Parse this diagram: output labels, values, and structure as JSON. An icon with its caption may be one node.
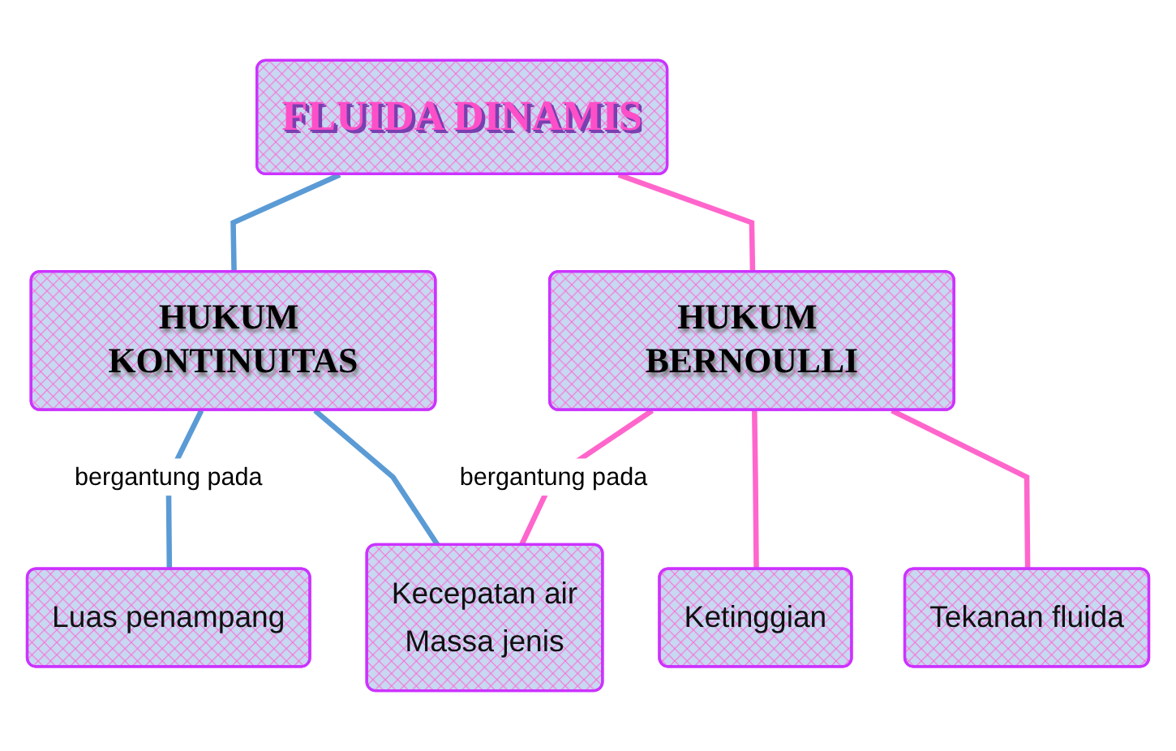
{
  "diagram": {
    "nodes": [
      {
        "text": [
          "FLUIDA DINAMIS"
        ]
      },
      {
        "text": [
          "HUKUM KONTINUITAS"
        ]
      },
      {
        "text": [
          "HUKUM BERNOULLI"
        ]
      },
      {
        "text": [
          "Luas penampang"
        ]
      },
      {
        "text": [
          "Kecepatan air",
          "Massa jenis"
        ]
      },
      {
        "text": [
          "Ketinggian"
        ]
      },
      {
        "text": [
          "Tekanan fluida"
        ]
      }
    ],
    "edges": [
      {
        "from": 0,
        "to": 1,
        "arrow": "none",
        "color": "#5b9bd5"
      },
      {
        "from": 0,
        "to": 2,
        "arrow": "none"
      },
      {
        "from": 1,
        "to": 3,
        "arrow": "none",
        "label": "bergantung pada",
        "color": "#5b9bd5"
      },
      {
        "from": 1,
        "to": 4,
        "arrow": "none",
        "color": "#5b9bd5"
      },
      {
        "from": 2,
        "to": 4,
        "arrow": "none",
        "label": "bergantung pada"
      },
      {
        "from": 2,
        "to": 5,
        "arrow": "none"
      },
      {
        "from": 2,
        "to": 6,
        "arrow": "none"
      }
    ]
  }
}
